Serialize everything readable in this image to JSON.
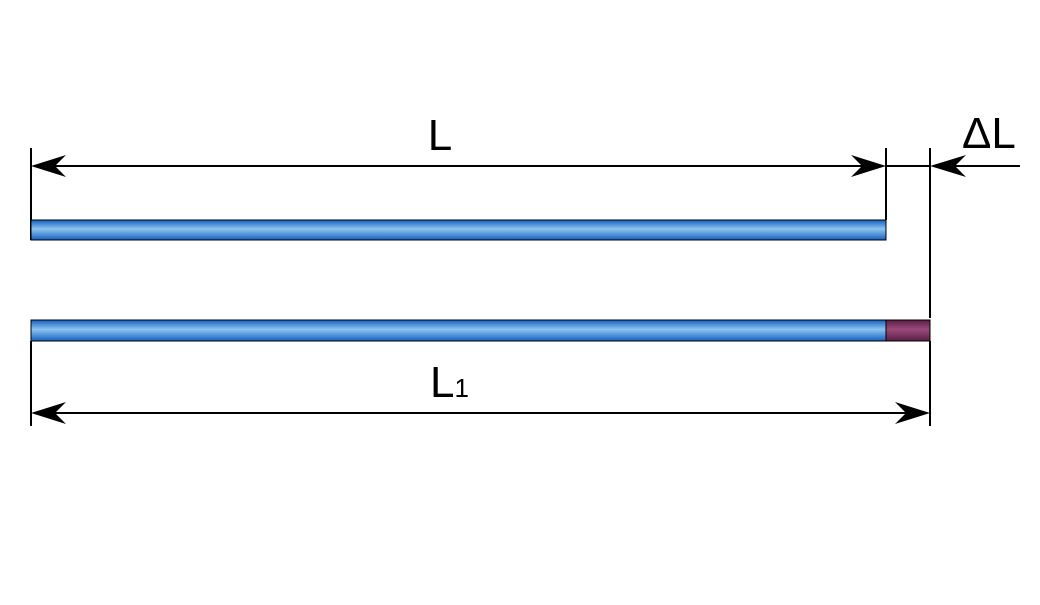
{
  "labels": {
    "original_length": "L",
    "extension": "ΔL",
    "new_length_main": "L",
    "new_length_sub": "1"
  },
  "colors": {
    "rod_light": "#8cc4f0",
    "rod_mid": "#3a8ee0",
    "rod_dark": "#1560c0",
    "extension_fill": "#6e2a55",
    "line": "#000000"
  }
}
